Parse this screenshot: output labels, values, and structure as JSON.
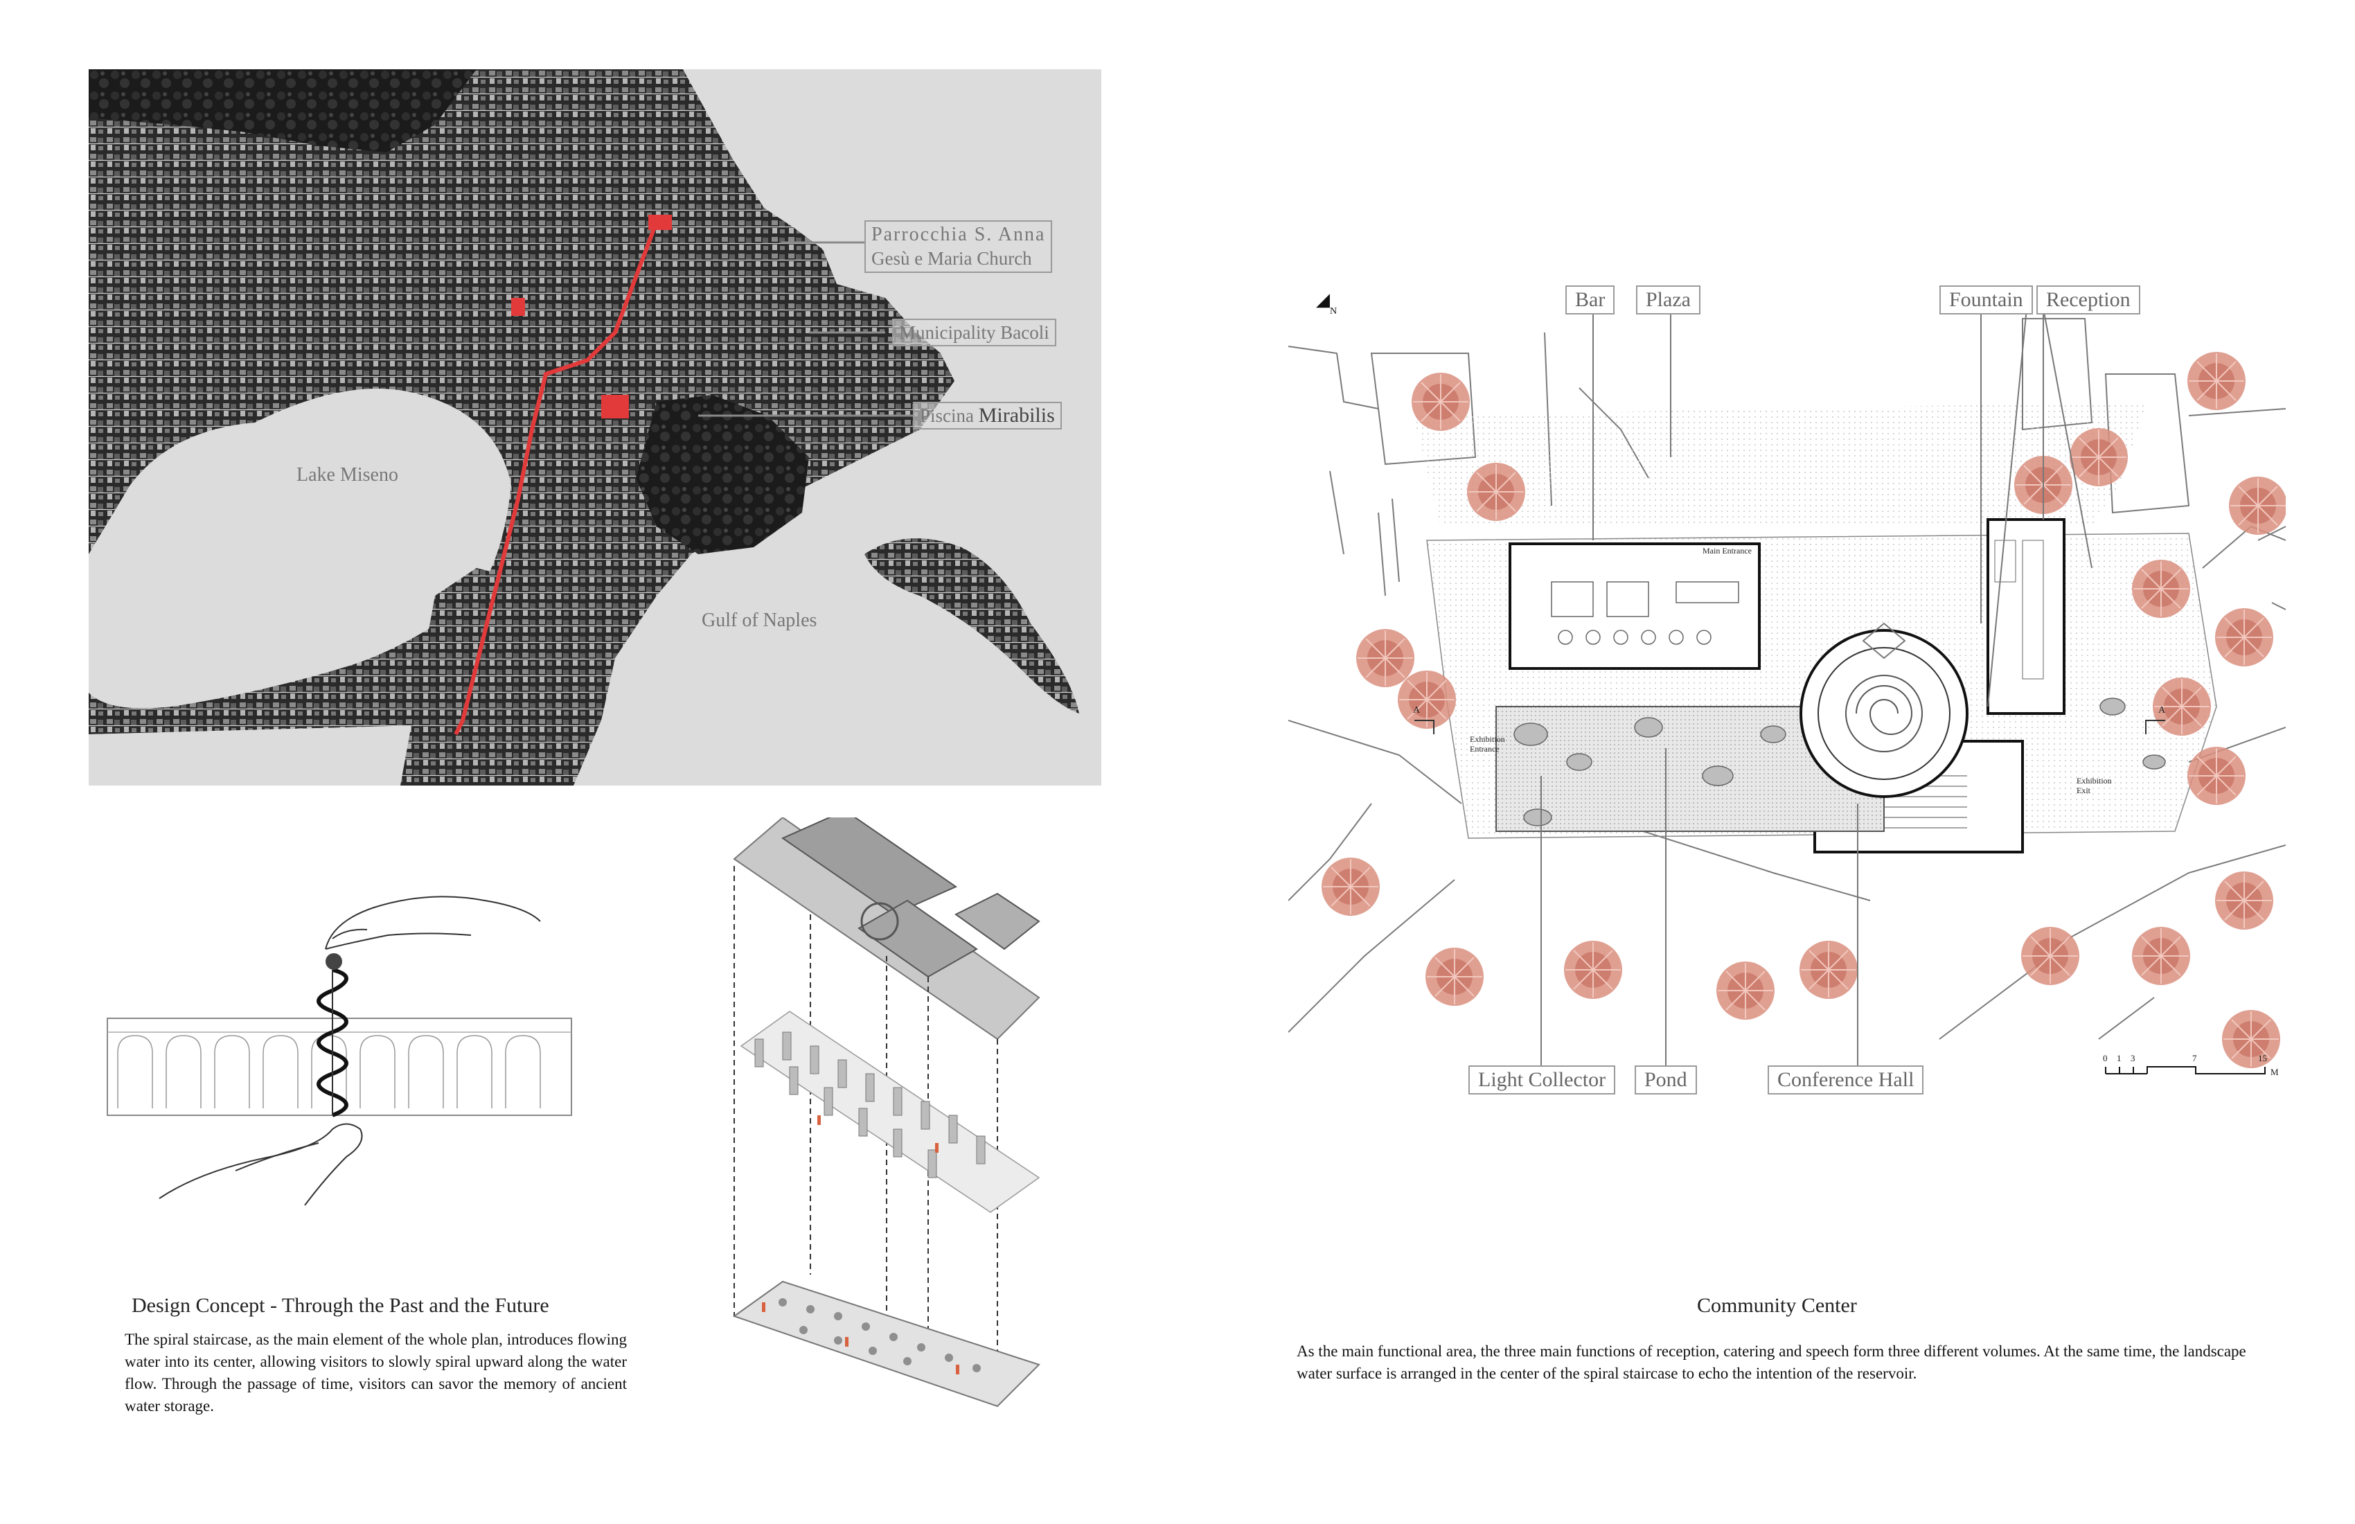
{
  "site_map": {
    "labels": {
      "church_line1": "Parrocchia S. Anna",
      "church_line2": "Gesù e Maria Church",
      "municipality": "Municipality Bacoli",
      "piscina_a": "Piscina ",
      "piscina_b": "Mirabilis",
      "lake": "Lake Miseno",
      "gulf": "Gulf of Naples"
    }
  },
  "concept": {
    "title": "Design Concept - Through the Past and the Future",
    "description": "The spiral staircase, as the main element of the whole plan, introduces flowing water into its center, allowing visitors to slowly spiral upward along the water flow. Through the passage of time, visitors can savor the memory of ancient water storage."
  },
  "plan": {
    "north": "N",
    "callouts_top": [
      "Bar",
      "Plaza",
      "Fountain",
      "Reception"
    ],
    "callouts_bottom": [
      "Light Collector",
      "Pond",
      "Conference Hall"
    ],
    "small_labels": {
      "main_entrance": "Main Entrance",
      "exhibition_entrance_1": "Exhibition",
      "exhibition_entrance_2": "Entrance",
      "exhibition_exit_1": "Exhibition",
      "exhibition_exit_2": "Exit",
      "section_a": "A"
    },
    "scale": {
      "ticks": [
        "0",
        "1",
        "3",
        "7",
        "15"
      ],
      "unit": "M"
    }
  },
  "community": {
    "title": "Community Center",
    "description": "As the main functional area, the three main functions of reception, catering and speech form three different volumes. At the same time, the landscape water surface is arranged in the center of the spiral staircase to echo the intention of the reservoir."
  },
  "colors": {
    "accent_red": "#e23a3a",
    "tree": "#d98f7f",
    "map_bg": "#dcdcdc"
  }
}
